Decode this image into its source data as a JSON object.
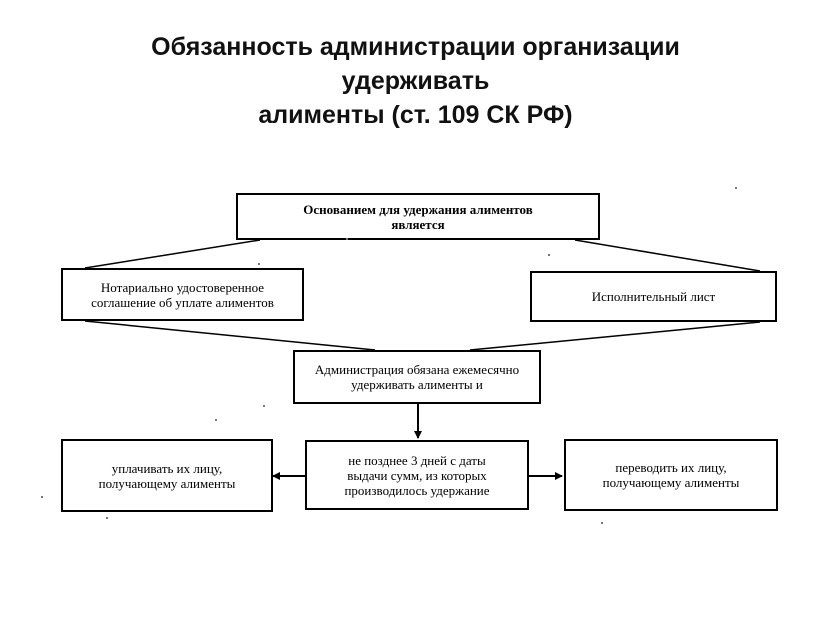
{
  "title": {
    "line1": "Обязанность администрации организации",
    "line2": "удерживать",
    "line3": "алименты (ст. 109 СК РФ)"
  },
  "diagram": {
    "basis": {
      "line1": "Основанием для удержания алиментов",
      "line2": "является"
    },
    "notarial": {
      "line1": "Нотариально удостоверенное",
      "line2": "соглашение об уплате алиментов"
    },
    "writ": {
      "line1": "Исполнительный лист"
    },
    "admin": {
      "line1": "Администрация обязана ежемесячно",
      "line2": "удерживать алименты и"
    },
    "deadline": {
      "line1": "не позднее 3 дней с даты",
      "line2": "выдачи сумм, из которых",
      "line3": "производилось удержание"
    },
    "pay": {
      "line1": "уплачивать их лицу,",
      "line2": "получающему алименты"
    },
    "transfer": {
      "line1": "переводить их лицу,",
      "line2": "получающему алименты"
    }
  }
}
